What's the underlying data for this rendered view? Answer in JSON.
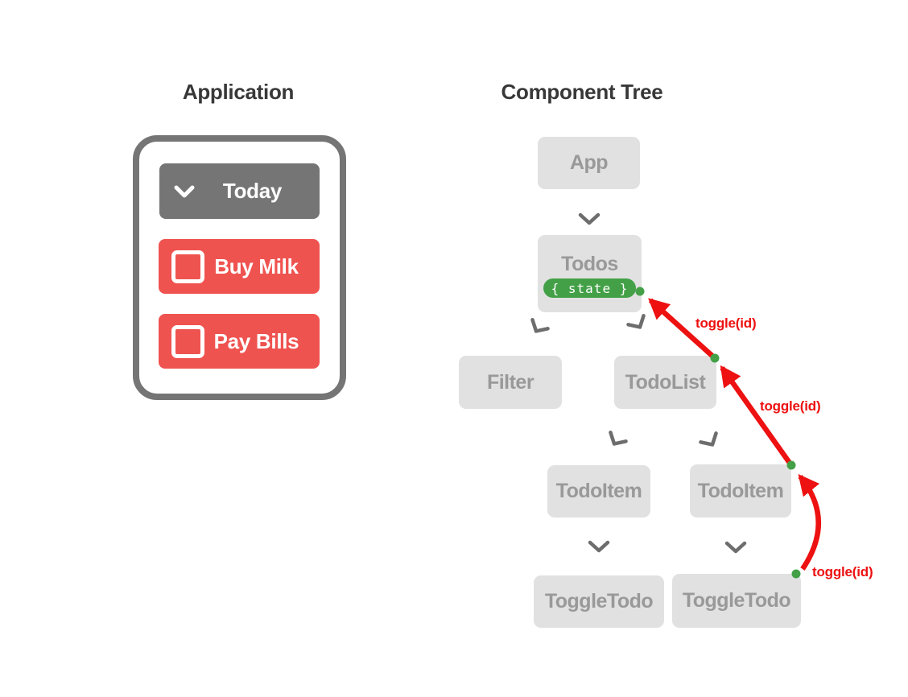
{
  "titles": {
    "application": "Application",
    "component_tree": "Component Tree"
  },
  "app_mock": {
    "dropdown_label": "Today",
    "todo_items": [
      {
        "label": "Buy Milk",
        "checked": false
      },
      {
        "label": "Pay Bills",
        "checked": false
      }
    ]
  },
  "tree": {
    "nodes": {
      "app": "App",
      "todos": "Todos",
      "filter": "Filter",
      "todo_list": "TodoList",
      "todo_item_left": "TodoItem",
      "todo_item_right": "TodoItem",
      "toggle_todo_left": "ToggleTodo",
      "toggle_todo_right": "ToggleTodo"
    },
    "state_badge": "{ state }",
    "callback_labels": {
      "top": "toggle(id)",
      "middle": "toggle(id)",
      "bottom": "toggle(id)"
    }
  },
  "colors": {
    "arrow-red": "#ed1111",
    "state-green": "#43a047",
    "node-bg": "#e1e1e1",
    "node-text": "#999999",
    "btn-gray": "#757575",
    "btn-red": "#ef5350",
    "frame-gray": "#757575",
    "chevron-gray": "#6d6d6d",
    "title-text": "#383838"
  }
}
